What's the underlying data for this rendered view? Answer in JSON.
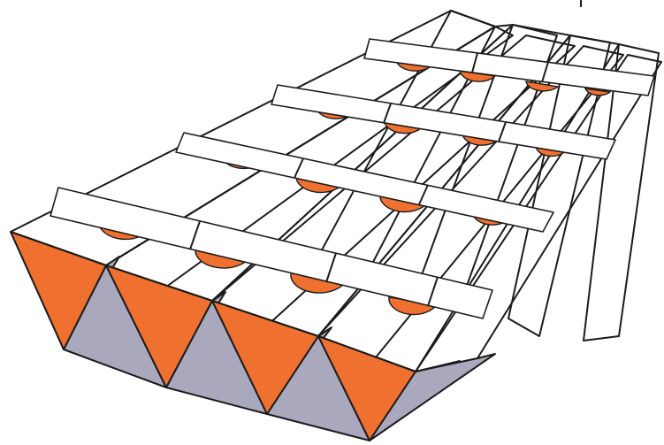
{
  "figure": {
    "subject": "pleated-filter-with-support-strips",
    "pleat_count": 4,
    "strip_count": 4,
    "colors": {
      "pleat_face_light": "#ffffff",
      "pleat_face_shaded": "#c9c8d8",
      "pleat_face_dark": "#a9a8bd",
      "pleat_end": "#f07030",
      "strip": "#ffffff",
      "outline": "#1c1c1c"
    }
  }
}
